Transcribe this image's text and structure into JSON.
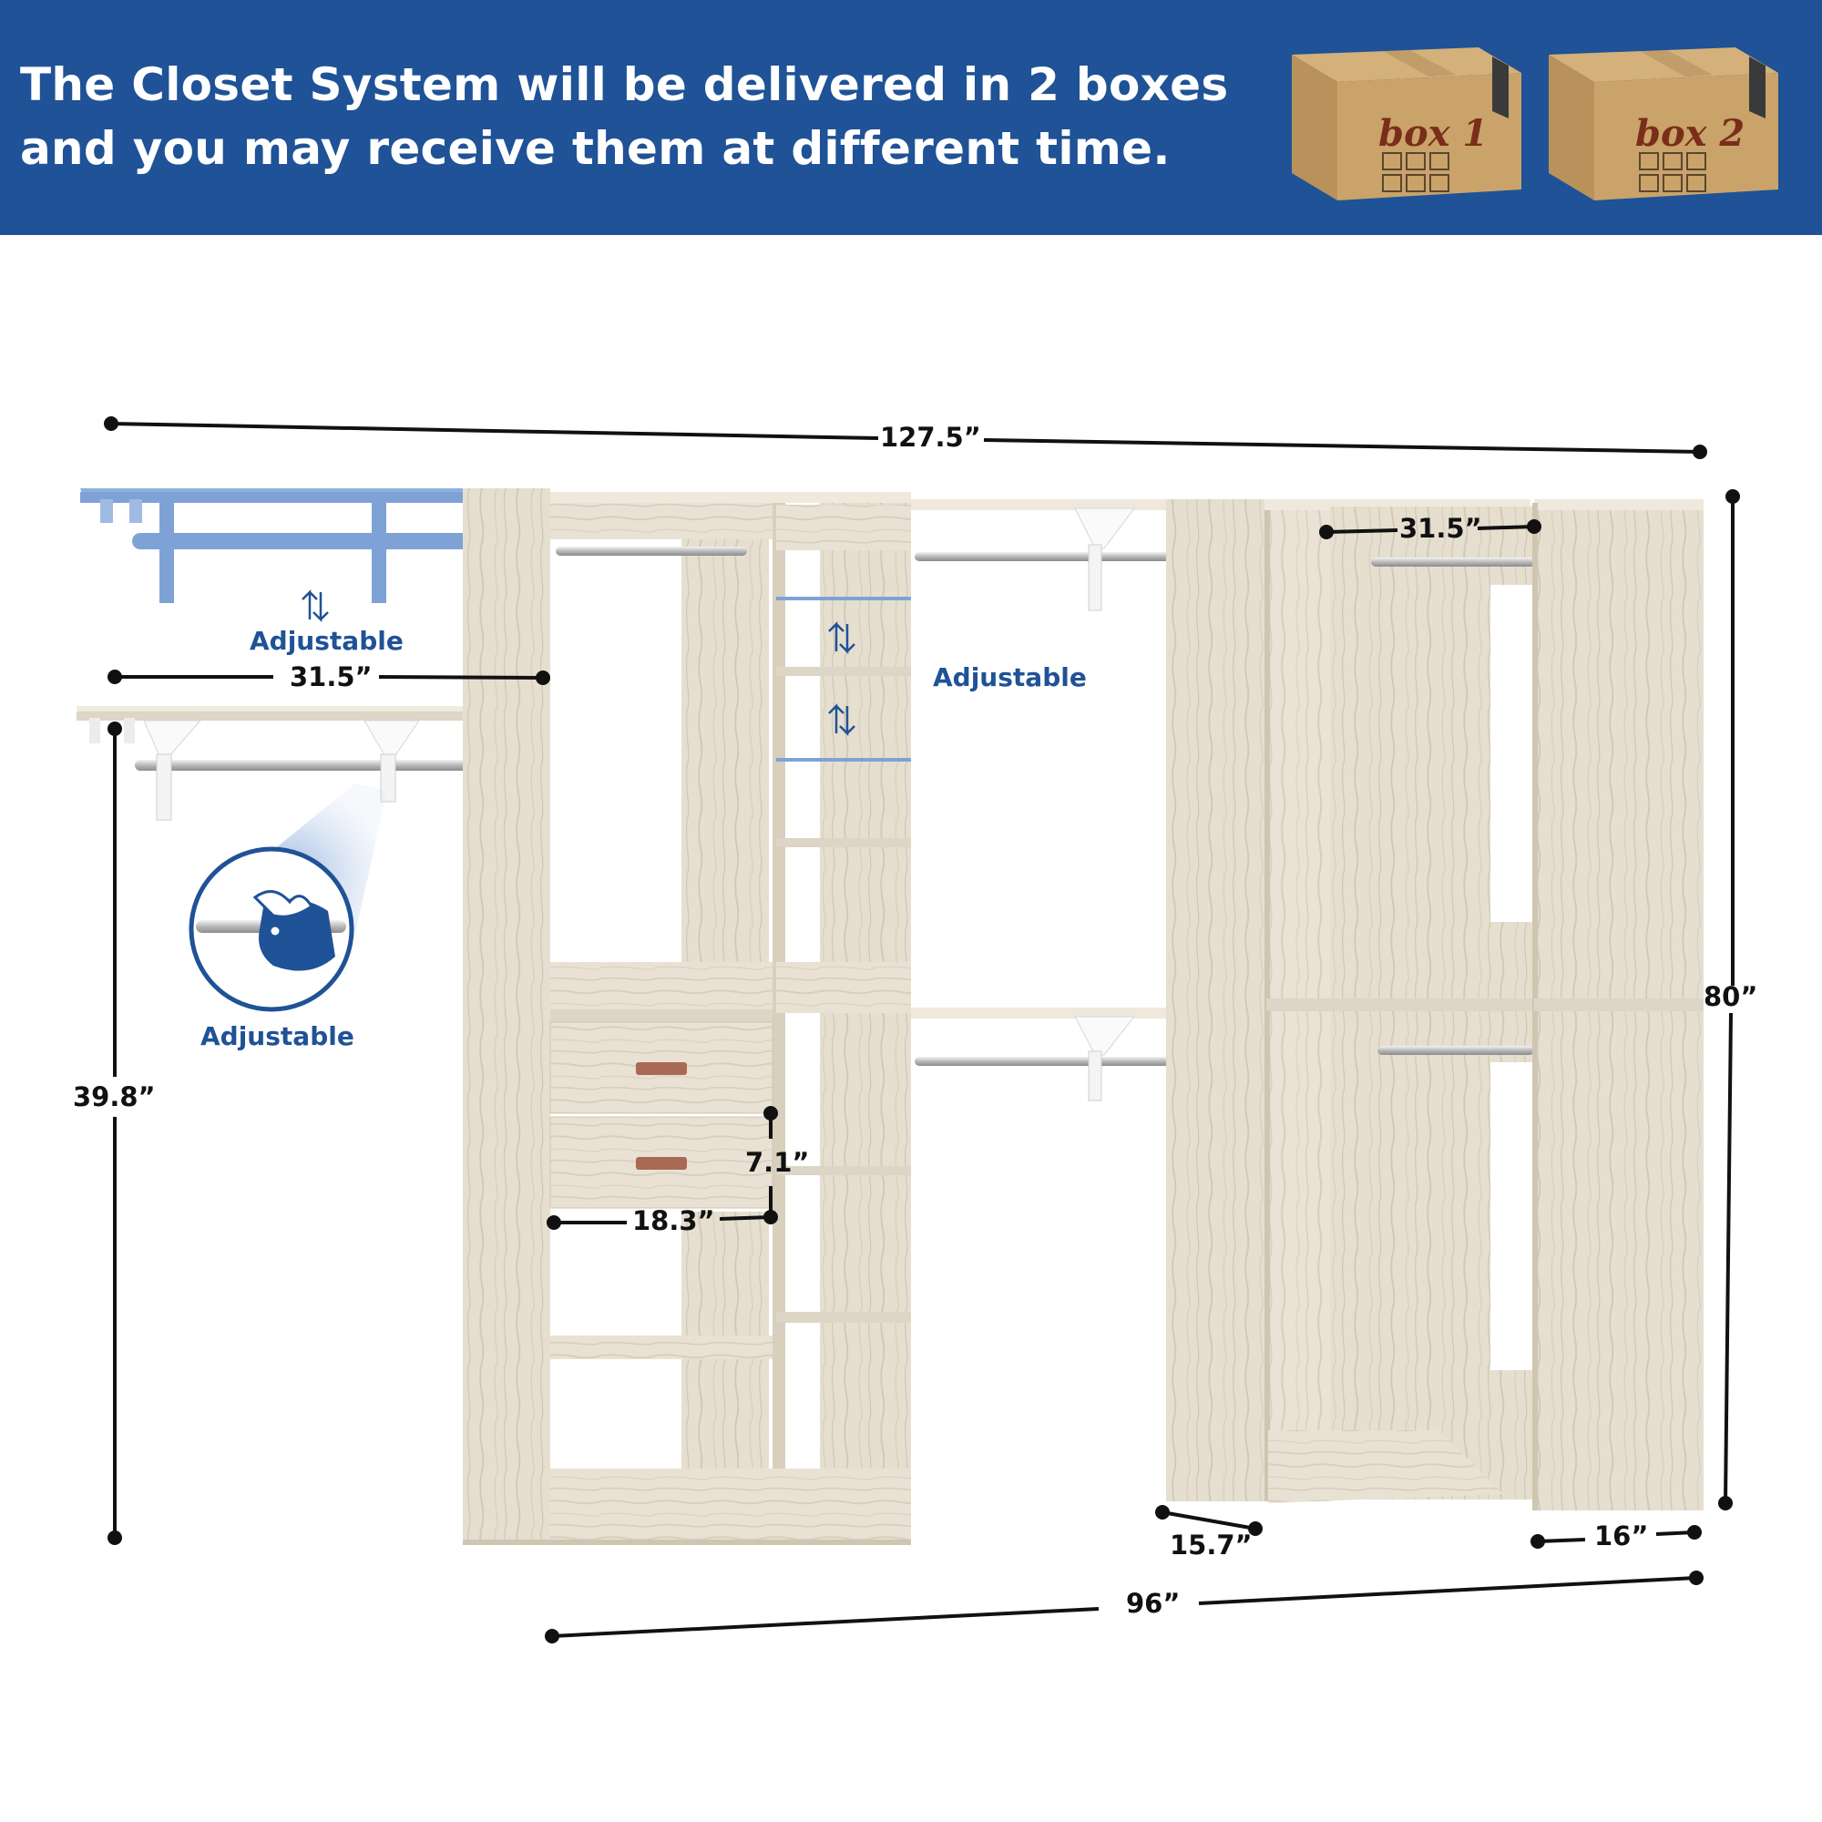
{
  "banner": {
    "headline_line1": "The Closet System will be delivered in 2 boxes",
    "headline_line2": "and you may receive them at different time.",
    "background_color": "#1f5296"
  },
  "boxes": [
    {
      "label": "box 1",
      "icon": "cardboard-box-icon"
    },
    {
      "label": "box 2",
      "icon": "cardboard-box-icon"
    }
  ],
  "dimensions": {
    "total_width": "127.5”",
    "height": "80”",
    "base_width": "96”",
    "hanging_height": "39.8”",
    "shelf_width_left": "31.5”",
    "shelf_width_corner": "31.5”",
    "drawer_width": "18.3”",
    "drawer_height": "7.1”",
    "depth_left": "15.7”",
    "depth_right": "16”"
  },
  "labels": {
    "adjustable_top": "Adjustable",
    "adjustable_rod": "Adjustable",
    "adjustable_shelves": "Adjustable"
  },
  "colors": {
    "wood": "#e9e2d4",
    "wood_dark": "#d6cdbb",
    "accent_blue": "#1f5296",
    "dimension_line": "#111111"
  }
}
